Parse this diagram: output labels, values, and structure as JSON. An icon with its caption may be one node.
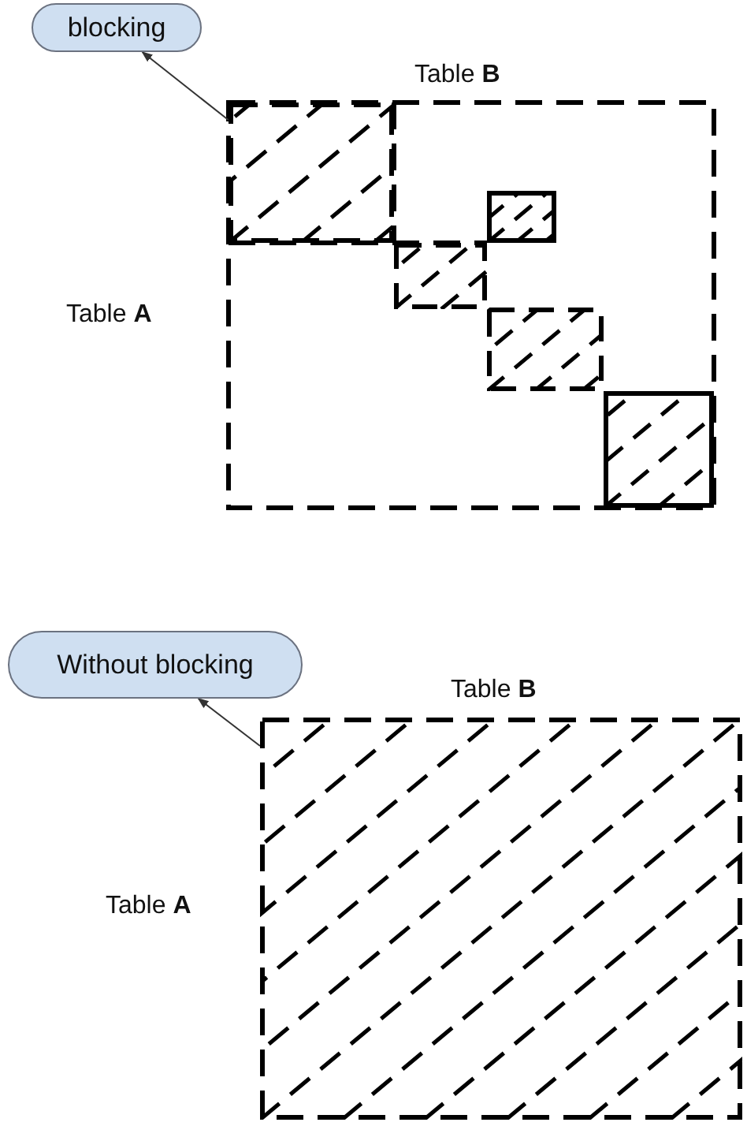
{
  "diagram": {
    "nodes": [
      {
        "text": [
          "blocking"
        ]
      },
      {
        "text": [],
        "shape": "box"
      },
      {
        "text": [
          "Without blocking"
        ]
      },
      {
        "text": [],
        "shape": "box"
      }
    ],
    "edges": [
      {
        "from": 1,
        "to": 0,
        "arrow": "to"
      },
      {
        "from": 3,
        "to": 2,
        "arrow": "to"
      }
    ],
    "labels": [
      "Table **B**",
      "Table **A**",
      "Table **B**",
      "Table **A**"
    ]
  }
}
